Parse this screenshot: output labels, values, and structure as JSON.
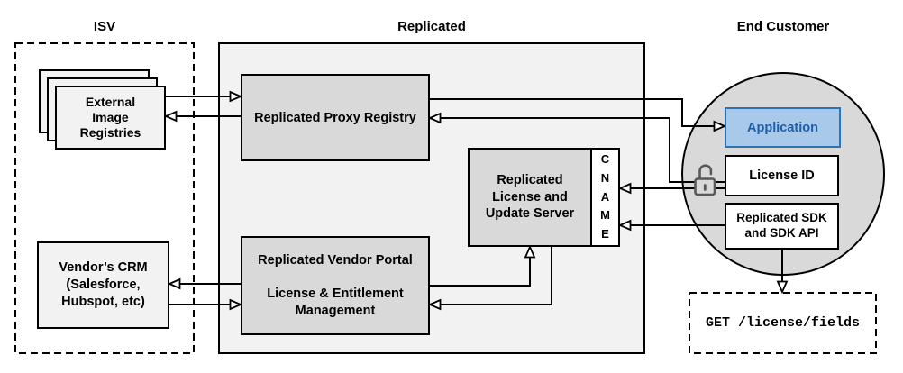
{
  "diagram": {
    "title_zones": {
      "isv": {
        "label": "ISV"
      },
      "replicated": {
        "label": "Replicated"
      },
      "end_customer": {
        "label": "End Customer"
      }
    },
    "nodes": {
      "external_registries": {
        "label": "External\nImage\nRegistries"
      },
      "proxy_registry": {
        "label": "Replicated Proxy Registry"
      },
      "license_update_server": {
        "label": "Replicated\nLicense and\nUpdate Server"
      },
      "cname": {
        "label": "C\nN\nA\nM\nE",
        "value": "CNAME"
      },
      "vendor_portal": {
        "label": "Replicated Vendor Portal\n\nLicense & Entitlement\nManagement"
      },
      "vendor_crm": {
        "label": "Vendor’s CRM\n(Salesforce,\nHubspot, etc)"
      },
      "application": {
        "label": "Application"
      },
      "license_id": {
        "label": "License ID"
      },
      "replicated_sdk": {
        "label": "Replicated SDK\nand SDK API"
      },
      "api_endpoint": {
        "label": "GET /license/fields"
      }
    },
    "icons": {
      "lock": "open-padlock-icon"
    },
    "colors": {
      "container_gray": "#F2F2F2",
      "box_gray": "#D9D9D9",
      "light_box_gray": "#F2F2F2",
      "circle_gray": "#D9D9D9",
      "accent_blue_fill": "#A9C9EA",
      "accent_blue_border": "#2E74B5",
      "accent_blue_text": "#1B5FAA",
      "line_black": "#000000",
      "lock_gray": "#595959",
      "white": "#FFFFFF"
    }
  }
}
